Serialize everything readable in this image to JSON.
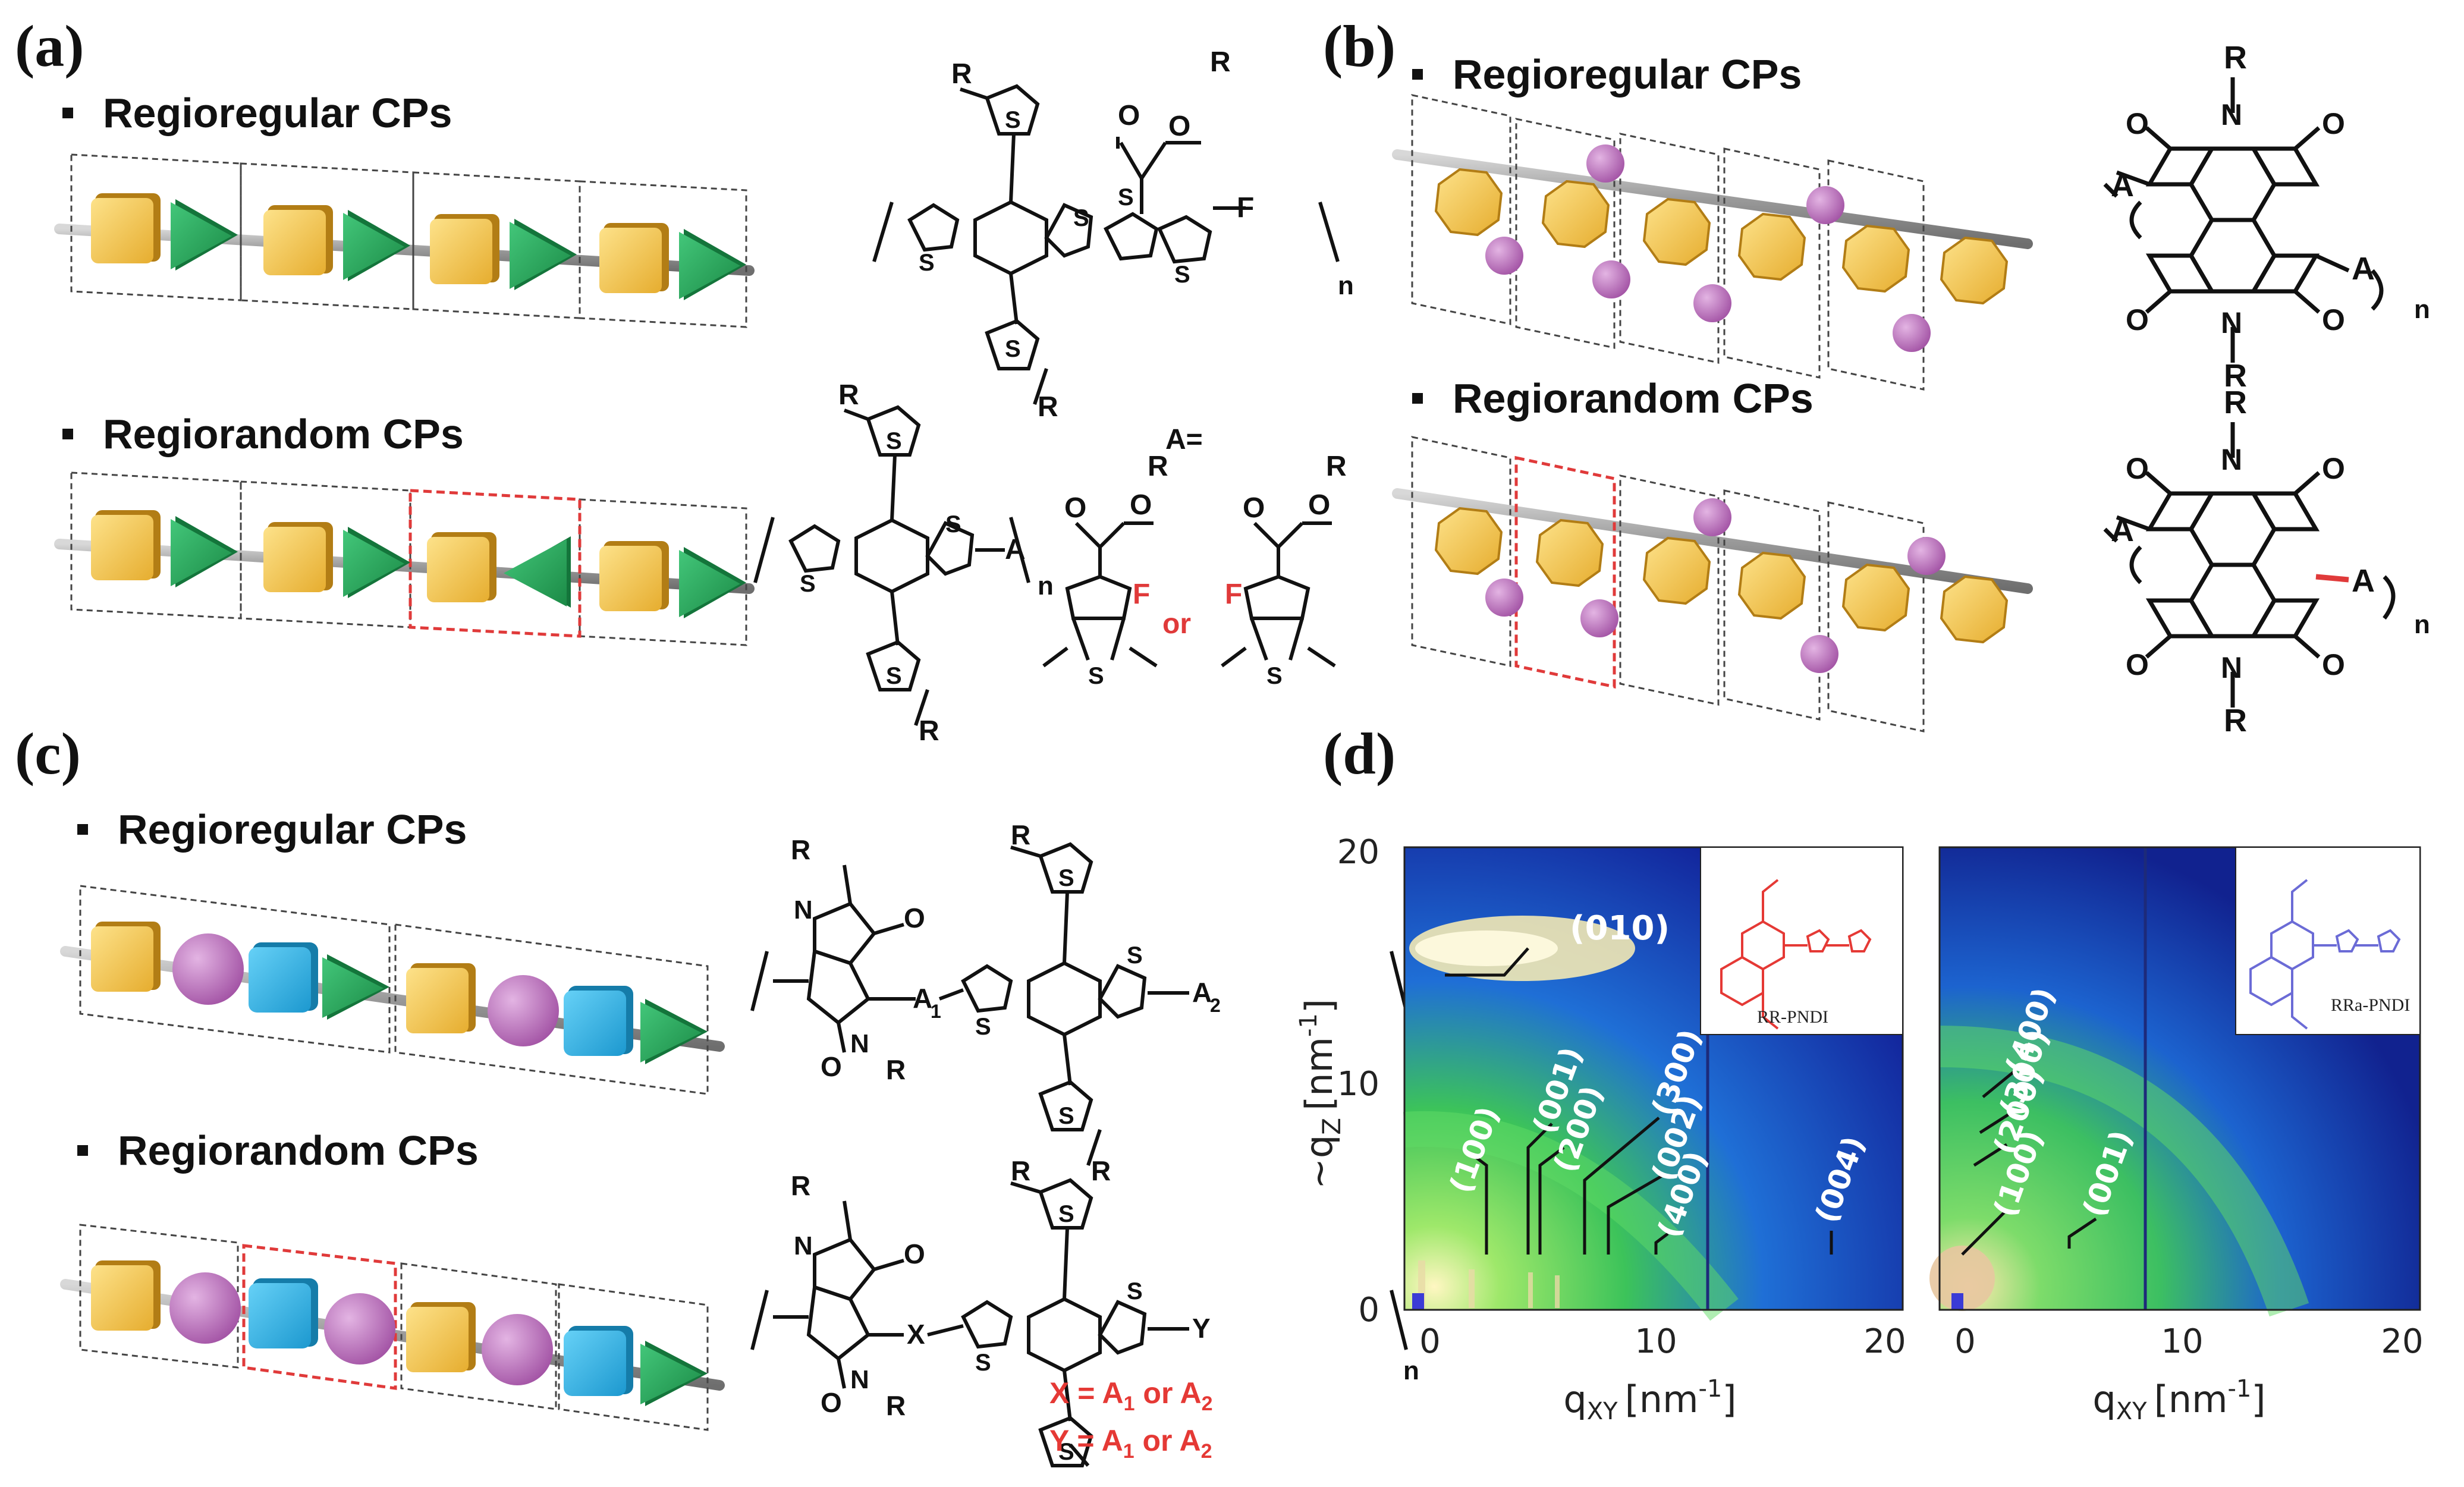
{
  "panels": {
    "a": {
      "letter": "(a)",
      "regular_heading": "Regioregular CPs",
      "random_heading": "Regiorandom CPs",
      "atoms": {
        "R": "R",
        "S": "S",
        "F": "F",
        "O": "O",
        "A": "A",
        "n": "n",
        "A_eq": "A=",
        "or": "or"
      }
    },
    "b": {
      "letter": "(b)",
      "regular_heading": "Regioregular CPs",
      "random_heading": "Regiorandom CPs",
      "atoms": {
        "R": "R",
        "O": "O",
        "N": "N",
        "A": "A",
        "n": "n"
      }
    },
    "c": {
      "letter": "(c)",
      "regular_heading": "Regioregular CPs",
      "random_heading": "Regiorandom CPs",
      "atoms": {
        "R": "R",
        "S": "S",
        "O": "O",
        "N": "N",
        "A1": "A",
        "A2": "A",
        "sub1": "1",
        "sub2": "2",
        "X": "X",
        "Y": "Y",
        "n": "n"
      },
      "definitions": {
        "x": "X = A",
        "y": "Y = A",
        "or": " or A",
        "sub1": "1",
        "sub2": "2"
      }
    },
    "d": {
      "letter": "(d)",
      "ylabel": "~q",
      "ylabel_sub": "Z",
      "ylabel_unit": "[nm",
      "ylabel_exp": "-1",
      "ylabel_close": "]",
      "xlabel": "q",
      "xlabel_sub": "XY",
      "xlabel_unit": "[nm",
      "xlabel_exp": "-1",
      "xlabel_close": "]",
      "xticks": [
        "0",
        "10",
        "20"
      ],
      "yticks": [
        "0",
        "10",
        "20"
      ],
      "left": {
        "inset_label": "RR-PNDI",
        "peaks": [
          "(010)",
          "(100)",
          "(001)",
          "(200)",
          "(300)",
          "(002)",
          "(400)",
          "(004)"
        ]
      },
      "right": {
        "inset_label": "RRa-PNDI",
        "peaks": [
          "(400)",
          "(300)",
          "(200)",
          "(100)",
          "(001)"
        ]
      }
    }
  },
  "colors": {
    "yellow_block": "#f2c14e",
    "green_triangle": "#2fae5d",
    "purple_sphere": "#c27ac2",
    "blue_block": "#2fb6ea",
    "highlight_red": "#e03a3a",
    "rr_inset": "#e53935",
    "rra_inset": "#6b6bd6"
  }
}
